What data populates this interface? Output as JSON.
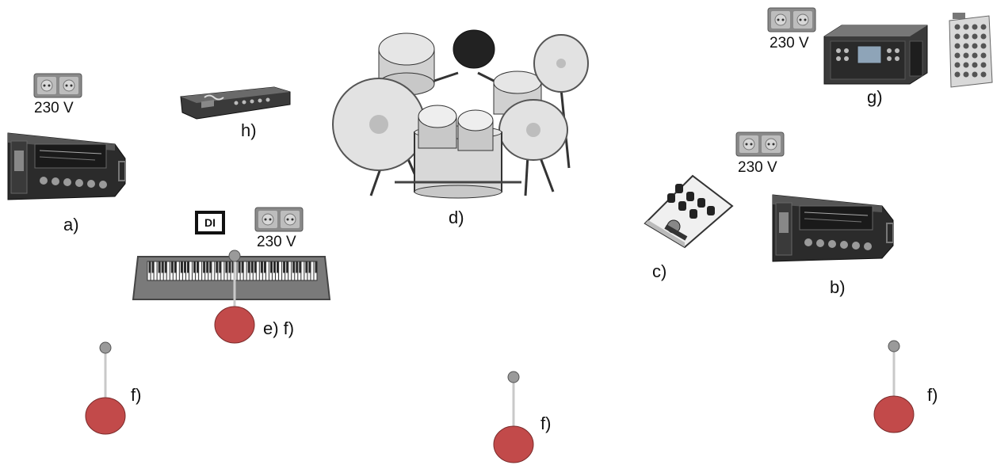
{
  "labels": {
    "a": "a)",
    "b": "b)",
    "c": "c)",
    "d": "d)",
    "e_f": "e) f)",
    "f_left": "f)",
    "f_center": "f)",
    "f_right": "f)",
    "g": "g)",
    "h": "h)"
  },
  "power_outlets": {
    "amp_a": "230 V",
    "keyboard": "230 V",
    "amp_b": "230 V",
    "mixer_g": "230 V"
  },
  "di_box": "DI",
  "icons": {
    "outlet": "double-power-outlet-icon",
    "amp": "rack-amplifier-icon",
    "rack": "rack-unit-icon",
    "drums": "drum-kit-icon",
    "keyboard": "keyboard-icon",
    "pedal": "preamp-pedal-icon",
    "mixer": "digital-mixer-icon",
    "stagebox": "stage-box-icon",
    "mic": "microphone-stand-icon"
  },
  "colors": {
    "outlet_frame": "#8a8a8a",
    "outlet_socket": "#c9c9c9",
    "mic_base": "#c24a4a",
    "drum_fill": "#e6e6e6",
    "equipment_dark": "#2b2b2b"
  }
}
